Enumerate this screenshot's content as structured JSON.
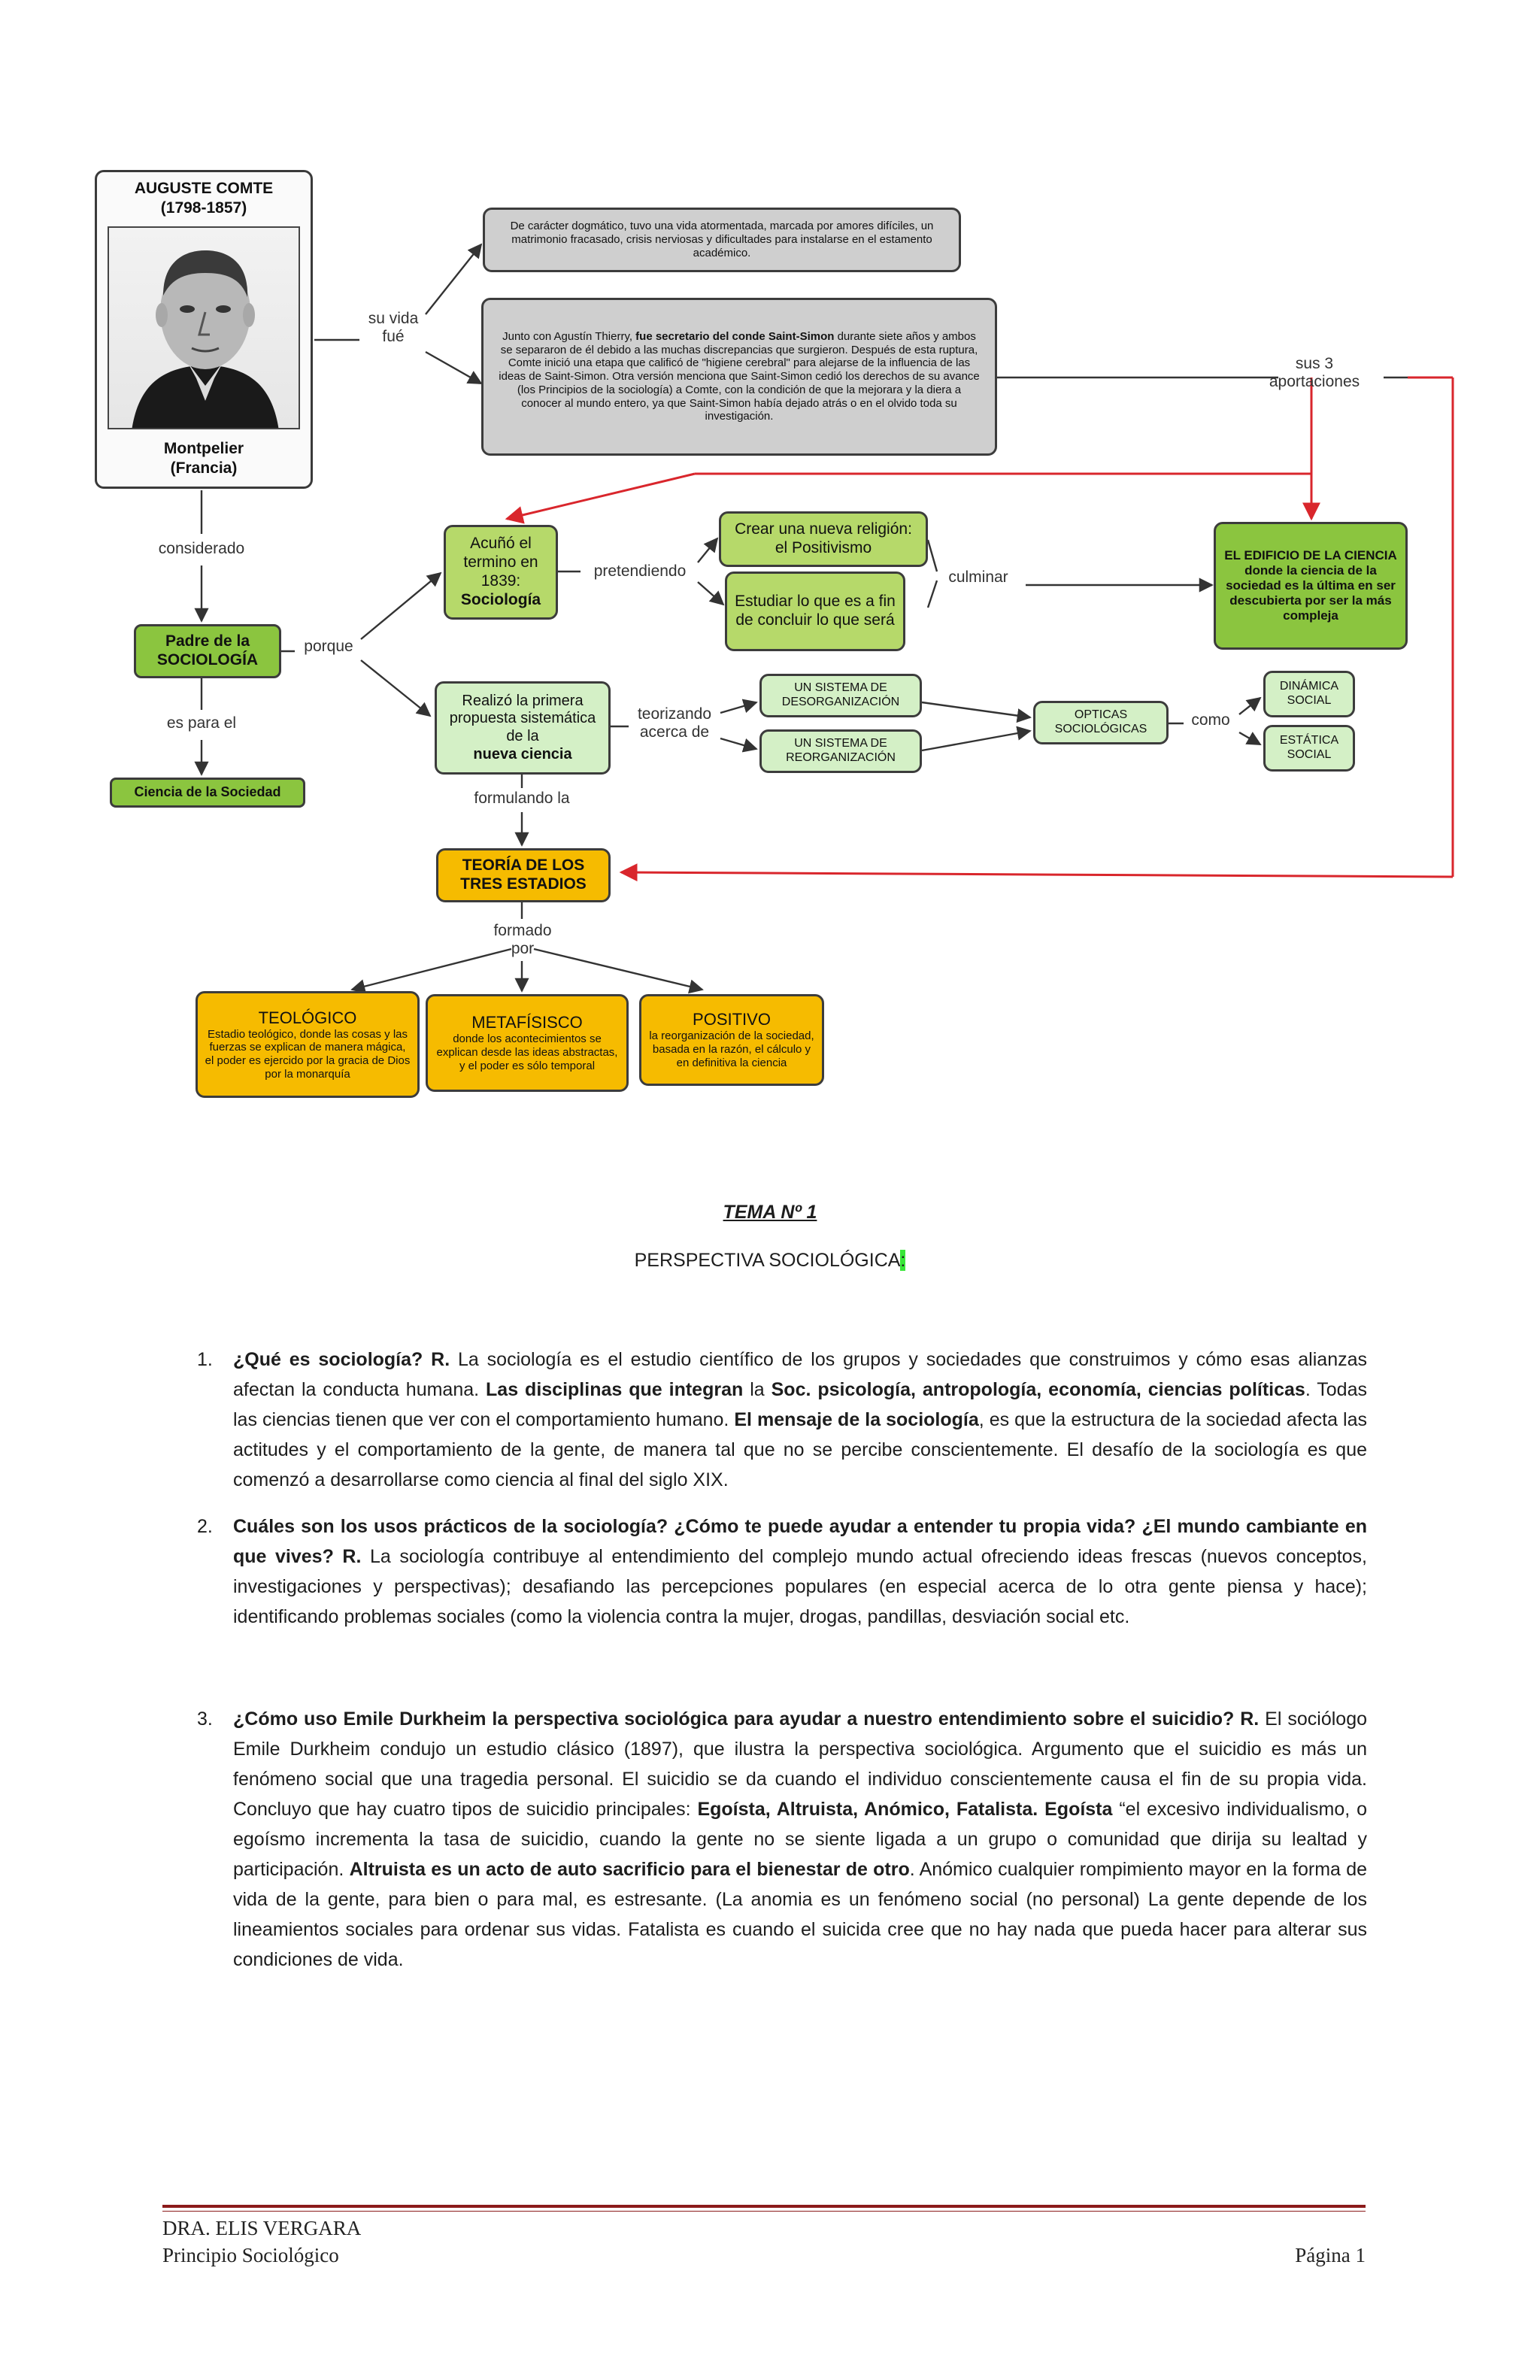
{
  "concept_map": {
    "portrait": {
      "name": "AUGUSTE COMTE",
      "years": "(1798-1857)",
      "place": "Montpelier",
      "country": "(Francia)"
    },
    "life_label_line1": "su vida",
    "life_label_line2": "fué",
    "life_box1": "De carácter dogmático, tuvo una vida atormentada, marcada por amores difíciles, un matrimonio fracasado, crisis nerviosas y dificultades para instalarse en el estamento académico.",
    "life_box2_pre": "Junto con Agustín Thierry, ",
    "life_box2_bold": "fue secretario del conde Saint-Simon",
    "life_box2_post": " durante siete años y ambos se separaron de él debido a las muchas discrepancias que surgieron. Después de esta ruptura, Comte inició una etapa que calificó de \"higiene cerebral\" para alejarse de la influencia de las ideas de Saint-Simon. Otra versión menciona que Saint-Simon cedió los derechos de su avance (los Principios de la sociología) a Comte, con la condición de que la mejorara y la diera a conocer al mundo entero, ya que Saint-Simon había dejado atrás o en el olvido toda su investigación.",
    "aportaciones_line1": "sus 3",
    "aportaciones_line2": "aportaciones",
    "considerado": "considerado",
    "padre": "Padre de la SOCIOLOGÍA",
    "porque": "porque",
    "es_para_el": "es para el",
    "ciencia_sociedad": "Ciencia de la Sociedad",
    "acuno_pre": "Acuñó el termino en 1839:",
    "acuno_bold": "Sociología",
    "pretendiendo": "pretendiendo",
    "positivismo": "Crear una nueva religión: el Positivismo",
    "estudiar": "Estudiar lo que es a fin de concluir lo que será",
    "culminar": "culminar",
    "edificio": "EL EDIFICIO DE LA CIENCIA donde la ciencia de la sociedad es la última en ser descubierta por ser la más compleja",
    "realizo_pre": "Realizó la primera propuesta sistemática de la",
    "realizo_bold": "nueva ciencia",
    "teorizando_line1": "teorizando",
    "teorizando_line2": "acerca de",
    "desorganizacion": "UN SISTEMA DE DESORGANIZACIÓN",
    "reorganizacion": "UN SISTEMA DE REORGANIZACIÓN",
    "opticas": "OPTICAS SOCIOLÓGICAS",
    "como": "como",
    "dinamica": "DINÁMICA SOCIAL",
    "estatica": "ESTÁTICA SOCIAL",
    "formulando": "formulando la",
    "teoria": "TEORÍA DE LOS TRES ESTADIOS",
    "formado_line1": "formado",
    "formado_line2": "por",
    "teologico_title": "TEOLÓGICO",
    "teologico_text": "Estadio teológico, donde las cosas y las fuerzas se explican de manera mágica, el poder es ejercido por la gracia de Dios por la monarquía",
    "metafisico_title": "METAFÍSISCO",
    "metafisico_text": "donde los acontecimientos se explican desde las ideas abstractas, y el poder es sólo temporal",
    "positivo_title": "POSITIVO",
    "positivo_text": "la reorganización de la sociedad, basada en la razón, el cálculo y en definitiva la ciencia"
  },
  "document": {
    "tema": "TEMA Nº 1",
    "subtitle": "PERSPECTIVA SOCIOLÓGICA",
    "subtitle_mark": ":",
    "questions": [
      {
        "num": "1.",
        "segments": [
          {
            "b": true,
            "t": "¿Qué es sociología? R."
          },
          {
            "b": false,
            "t": " La sociología es el estudio científico de los grupos y sociedades que construimos y cómo esas alianzas afectan la conducta humana. "
          },
          {
            "b": true,
            "t": "Las disciplinas que integran"
          },
          {
            "b": false,
            "t": " la "
          },
          {
            "b": true,
            "t": "Soc. psicología, antropología, economía, ciencias políticas"
          },
          {
            "b": false,
            "t": ". Todas las ciencias tienen que ver con el comportamiento humano. "
          },
          {
            "b": true,
            "t": "El mensaje de la sociología"
          },
          {
            "b": false,
            "t": ", es que la estructura de la sociedad afecta las actitudes y el comportamiento de la gente, de manera tal que no se percibe conscientemente. El desafío de la sociología es que comenzó a desarrollarse como ciencia al final del siglo XIX."
          }
        ]
      },
      {
        "num": "2.",
        "segments": [
          {
            "b": true,
            "t": "Cuáles son los usos prácticos de la sociología? ¿Cómo te puede ayudar a entender tu propia vida? ¿El mundo cambiante en que vives? R."
          },
          {
            "b": false,
            "t": " La sociología contribuye al entendimiento del complejo mundo actual ofreciendo ideas frescas (nuevos conceptos, investigaciones y perspectivas); desafiando las percepciones populares (en especial acerca de lo otra gente piensa y hace); identificando problemas sociales (como la violencia contra la mujer, drogas, pandillas, desviación social etc."
          }
        ]
      },
      {
        "num": "3.",
        "segments": [
          {
            "b": true,
            "t": "¿Cómo uso Emile Durkheim la perspectiva sociológica para ayudar a nuestro entendimiento sobre el suicidio? R."
          },
          {
            "b": false,
            "t": " El sociólogo Emile Durkheim condujo un estudio clásico (1897), que ilustra la perspectiva sociológica. Argumento que el suicidio es más un fenómeno social que una tragedia personal. El suicidio se da cuando el individuo conscientemente causa el fin de su propia vida. Concluyo que hay cuatro tipos de suicidio principales: "
          },
          {
            "b": true,
            "t": "Egoísta, Altruista, Anómico, Fatalista. Egoísta"
          },
          {
            "b": false,
            "t": " “el excesivo individualismo, o egoísmo incrementa la tasa de suicidio, cuando la gente no se siente ligada a un grupo o comunidad que dirija su lealtad y participación. "
          },
          {
            "b": true,
            "t": "Altruista es un acto de auto sacrificio para el bienestar de otro"
          },
          {
            "b": false,
            "t": ". Anómico cualquier rompimiento mayor en la forma de vida de la gente, para bien o para mal, es estresante. (La anomia es un fenómeno social (no personal) La gente depende de los lineamientos sociales para ordenar sus vidas. Fatalista es cuando el suicida cree que no hay nada que pueda hacer para alterar sus condiciones de vida."
          }
        ]
      }
    ]
  },
  "footer": {
    "author": "DRA. ELIS VERGARA",
    "subject": "Principio Sociológico",
    "page": "Página 1"
  },
  "colors": {
    "gray_box": "#cfcfcf",
    "green_box": "#8bc53f",
    "lime_box": "#b6d96a",
    "mint_box": "#d4f0c6",
    "orange_box": "#f6bb00",
    "red_arrow": "#d9262c",
    "highlight": "#39e639",
    "footer_rule": "#8b1a1a"
  }
}
